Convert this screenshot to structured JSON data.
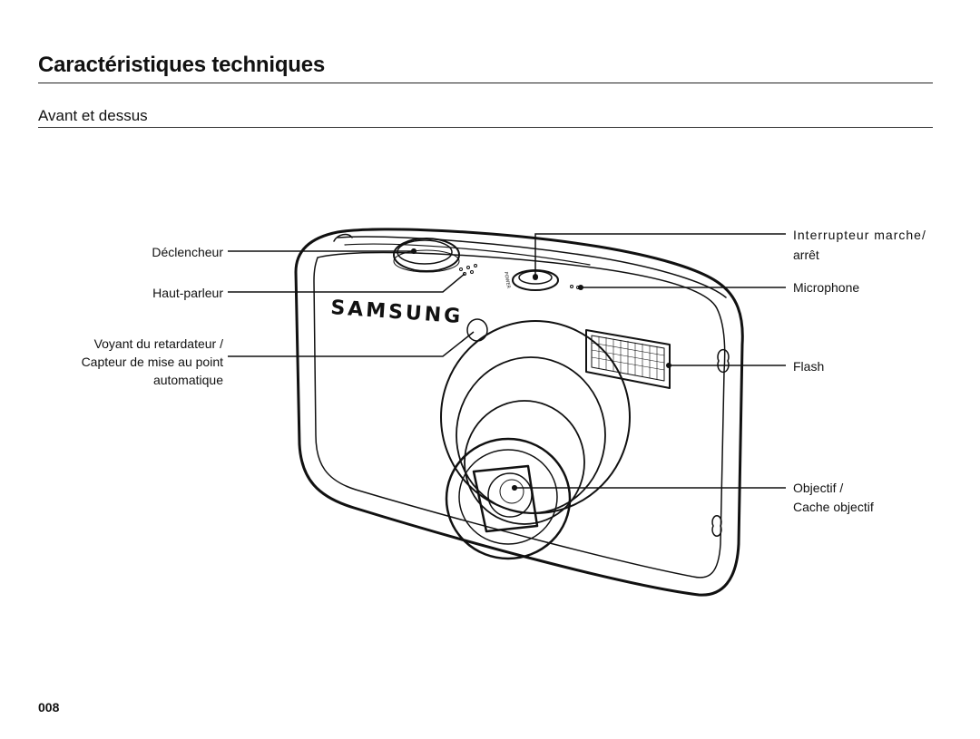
{
  "header": {
    "title": "Caractéristiques techniques",
    "section": "Avant et dessus"
  },
  "labels": {
    "shutter": "Déclencheur",
    "speaker": "Haut-parleur",
    "timer_lamp": [
      "Voyant du retardateur /",
      "Capteur de mise au point",
      "automatique"
    ],
    "power_switch": [
      "Interrupteur marche/",
      "arrêt"
    ],
    "microphone": "Microphone",
    "flash": "Flash",
    "lens": [
      "Objectif /",
      "Cache objectif"
    ]
  },
  "camera": {
    "brand_text": "SAMSUNG",
    "power_text": "POWER",
    "icon": "camera-front-top-view"
  },
  "footer": {
    "page_number": "008"
  }
}
